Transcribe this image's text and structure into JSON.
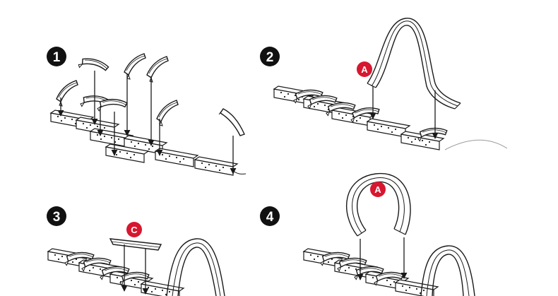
{
  "steps": [
    {
      "number": "1"
    },
    {
      "number": "2",
      "callout": "A"
    },
    {
      "number": "3",
      "callout": "C"
    },
    {
      "number": "4",
      "callout": "A"
    }
  ],
  "colors": {
    "step_badge": "#111111",
    "callout_badge": "#d7172f",
    "line": "#1a1a1a",
    "fill": "#ffffff",
    "faint_line": "#9a9a9a"
  },
  "icons": {
    "step_badge": "numbered-circle-icon",
    "callout_badge": "lettered-callout-icon",
    "placement_arrow": "down-arrow-icon"
  }
}
